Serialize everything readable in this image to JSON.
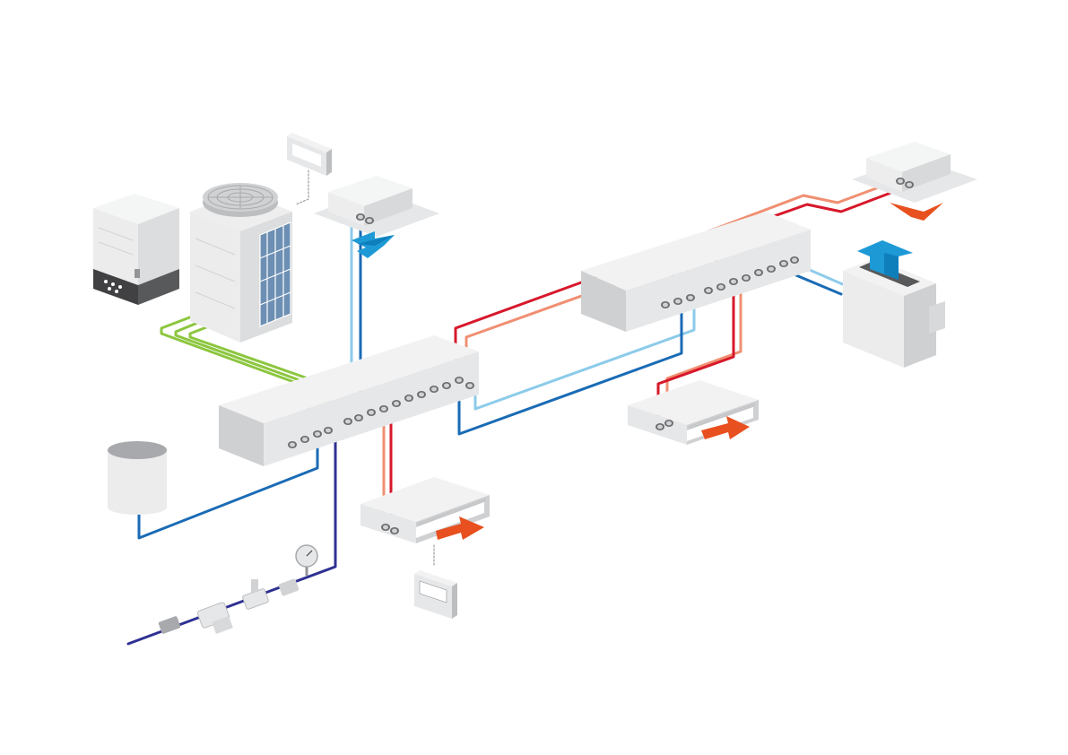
{
  "diagram": {
    "components": [
      {
        "id": "heat-pump-unit",
        "kind": "heat-pump"
      },
      {
        "id": "outdoor-unit",
        "kind": "outdoor-unit-fan"
      },
      {
        "id": "wall-controller-top",
        "kind": "controller"
      },
      {
        "id": "cassette-unit-left",
        "kind": "ceiling-cassette"
      },
      {
        "id": "cassette-unit-right",
        "kind": "ceiling-cassette"
      },
      {
        "id": "manifold-main",
        "kind": "distribution-manifold"
      },
      {
        "id": "manifold-secondary",
        "kind": "distribution-manifold"
      },
      {
        "id": "water-tank",
        "kind": "tank"
      },
      {
        "id": "duct-unit-front",
        "kind": "ducted-unit"
      },
      {
        "id": "duct-unit-right",
        "kind": "ducted-unit"
      },
      {
        "id": "floor-console",
        "kind": "floor-console"
      },
      {
        "id": "wall-controller-bottom",
        "kind": "controller"
      },
      {
        "id": "valve-assembly",
        "kind": "valves-gauge"
      }
    ],
    "pipe_colors": {
      "green": "#8cc63f",
      "dark_blue": "#2e3192",
      "blue": "#1a6bb5",
      "light_blue": "#8ccbea",
      "red": "#d7182a",
      "salmon": "#f08f72"
    },
    "airflow_colors": {
      "cool": "#1d9ad6",
      "warm": "#e8501f"
    }
  }
}
